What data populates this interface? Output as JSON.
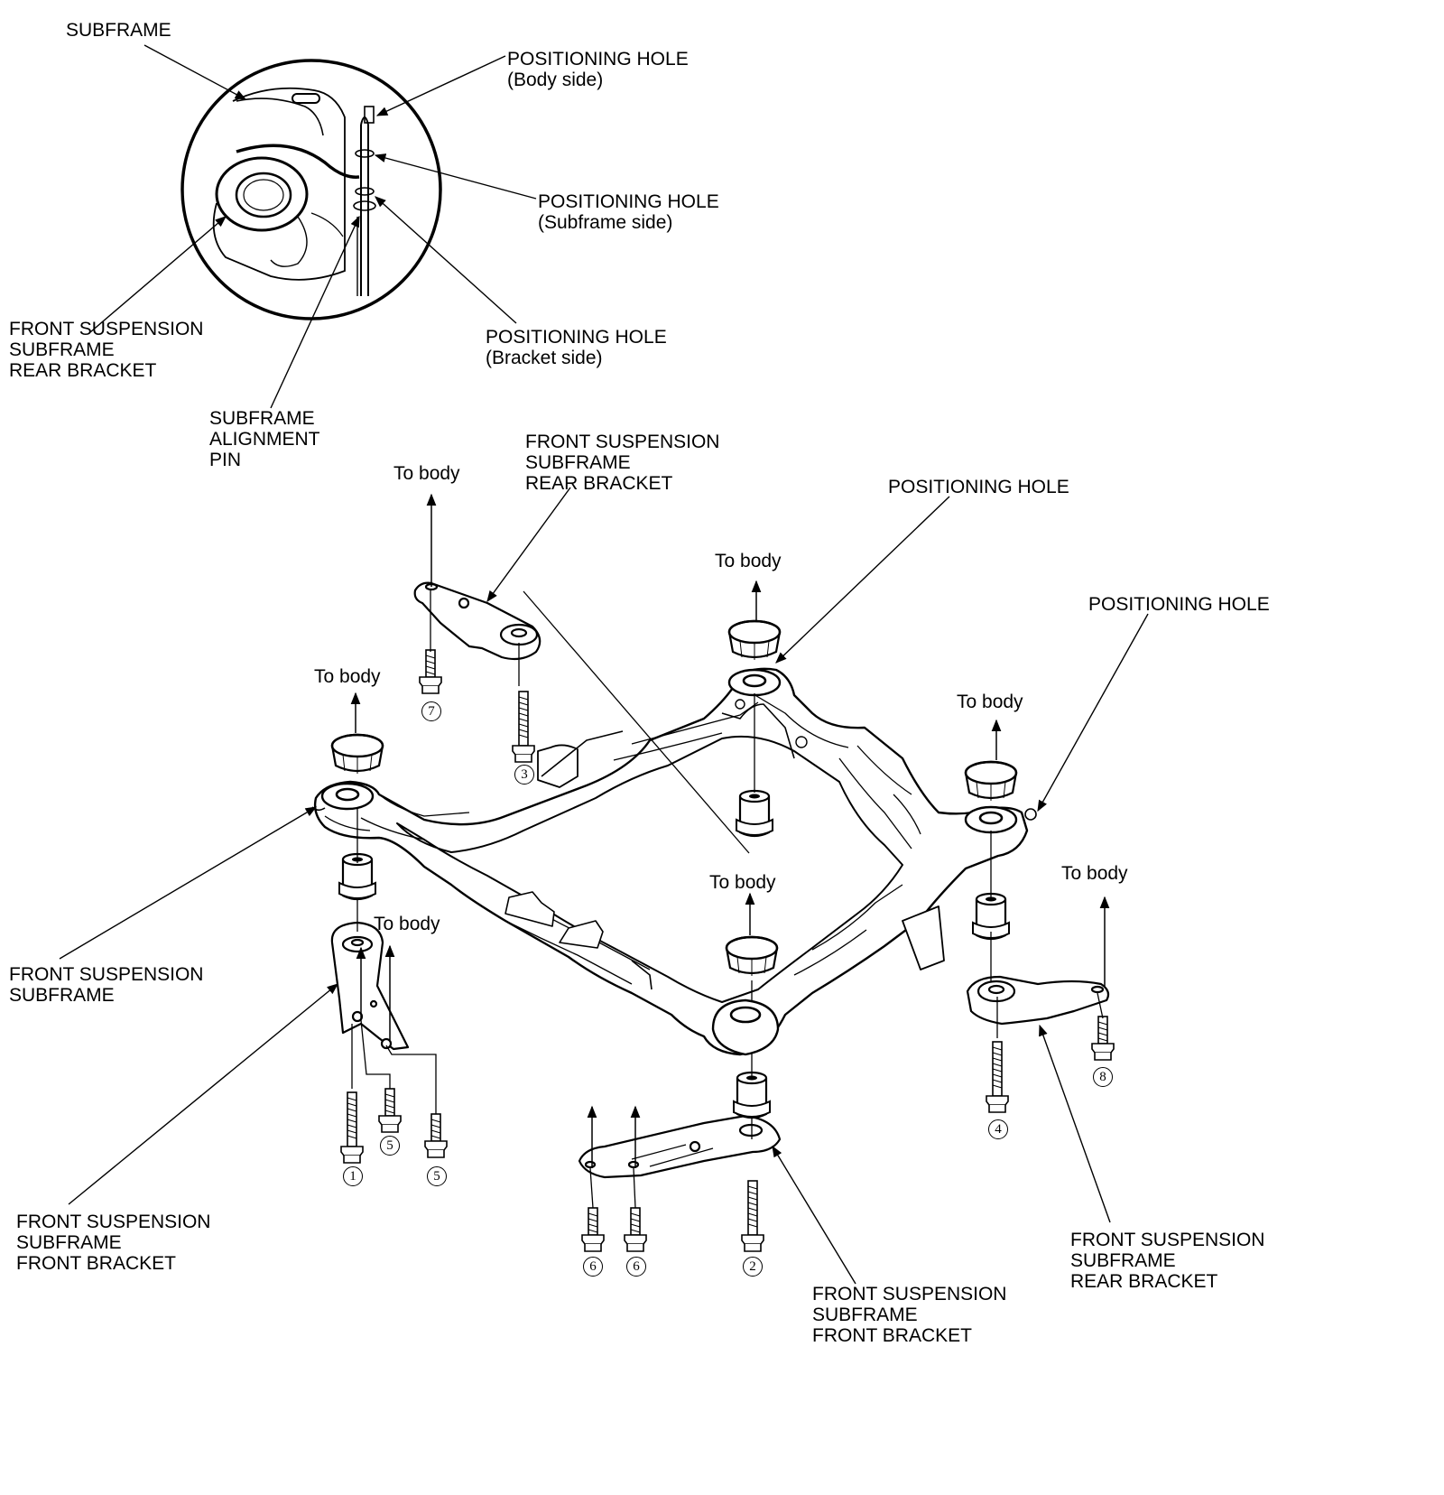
{
  "detail": {
    "subframe": "SUBFRAME",
    "hole_body": [
      "POSITIONING HOLE",
      "(Body side)"
    ],
    "hole_subframe": [
      "POSITIONING HOLE",
      "(Subframe side)"
    ],
    "hole_bracket": [
      "POSITIONING HOLE",
      "(Bracket side)"
    ],
    "rear_bracket": [
      "FRONT SUSPENSION",
      "SUBFRAME",
      "REAR BRACKET"
    ],
    "alignment_pin": [
      "SUBFRAME",
      "ALIGNMENT",
      "PIN"
    ]
  },
  "main": {
    "to_body": "To body",
    "rear_bracket_left": [
      "FRONT SUSPENSION",
      "SUBFRAME",
      "REAR BRACKET"
    ],
    "positioning_hole_left": "POSITIONING HOLE",
    "positioning_hole_right": "POSITIONING HOLE",
    "front_suspension_subframe": [
      "FRONT SUSPENSION",
      "SUBFRAME"
    ],
    "front_bracket_left": [
      "FRONT SUSPENSION",
      "SUBFRAME",
      "FRONT BRACKET"
    ],
    "front_bracket_center": [
      "FRONT SUSPENSION",
      "SUBFRAME",
      "FRONT BRACKET"
    ],
    "rear_bracket_right": [
      "FRONT SUSPENSION",
      "SUBFRAME",
      "REAR BRACKET"
    ]
  },
  "bolt_numbers": {
    "n1": "1",
    "n2": "2",
    "n3": "3",
    "n4": "4",
    "n5a": "5",
    "n5b": "5",
    "n6a": "6",
    "n6b": "6",
    "n7": "7",
    "n8": "8"
  }
}
